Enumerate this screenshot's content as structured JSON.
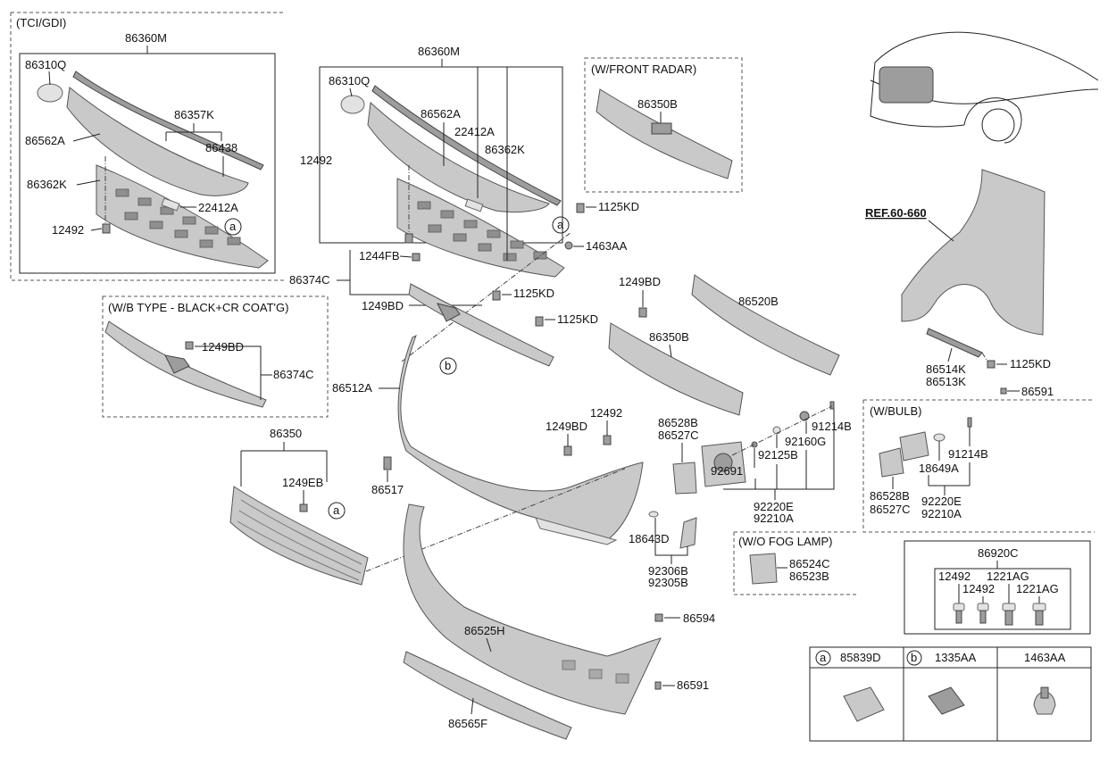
{
  "sections": {
    "tci_gdi": "(TCI/GDI)",
    "front_radar": "(W/FRONT RADAR)",
    "wb_type": "(W/B TYPE - BLACK+CR COAT'G)",
    "w_bulb": "(W/BULB)",
    "wo_fog": "(W/O FOG LAMP)"
  },
  "ref_label": "REF.60-660",
  "labels": {
    "l_86360M_a": "86360M",
    "l_86310Q_a": "86310Q",
    "l_86357K": "86357K",
    "l_86562A_a": "86562A",
    "l_86438": "86438",
    "l_86362K_a": "86362K",
    "l_22412A_a": "22412A",
    "l_12492_a": "12492",
    "l_86360M_b": "86360M",
    "l_86310Q_b": "86310Q",
    "l_86562A_b": "86562A",
    "l_22412A_b": "22412A",
    "l_86362K_b": "86362K",
    "l_12492_b": "12492",
    "l_1125KD_a": "1125KD",
    "l_1463AA_a": "1463AA",
    "l_1244FB": "1244FB",
    "l_86374C_a": "86374C",
    "l_1125KD_b": "1125KD",
    "l_1249BD_a": "1249BD",
    "l_1125KD_c": "1125KD",
    "l_86350B_a": "86350B",
    "l_1249BD_b": "1249BD",
    "l_86350B_b": "86350B",
    "l_86520B": "86520B",
    "l_1249BD_c": "1249BD",
    "l_86374C_b": "86374C",
    "l_86512A": "86512A",
    "l_86350": "86350",
    "l_1249EB": "1249EB",
    "l_86517": "86517",
    "l_1249BD_d": "1249BD",
    "l_12492_c": "12492",
    "l_86528B_a": "86528B",
    "l_86527C_a": "86527C",
    "l_91214B_a": "91214B",
    "l_92160G": "92160G",
    "l_92125B": "92125B",
    "l_92691": "92691",
    "l_92220E_a": "92220E",
    "l_92210A_a": "92210A",
    "l_18643D": "18643D",
    "l_92306B": "92306B",
    "l_92305B": "92305B",
    "l_86524C": "86524C",
    "l_86523B": "86523B",
    "l_86525H": "86525H",
    "l_86594": "86594",
    "l_86591_a": "86591",
    "l_86565F": "86565F",
    "l_86514K": "86514K",
    "l_86513K": "86513K",
    "l_1125KD_d": "1125KD",
    "l_86591_b": "86591",
    "l_91214B_b": "91214B",
    "l_18649A": "18649A",
    "l_86528B_b": "86528B",
    "l_86527C_b": "86527C",
    "l_92220E_b": "92220E",
    "l_92210A_b": "92210A",
    "l_86920C": "86920C",
    "l_12492_d": "12492",
    "l_1221AG_a": "1221AG",
    "l_12492_e": "12492",
    "l_1221AG_b": "1221AG"
  },
  "callouts": {
    "a1": "a",
    "a2": "a",
    "a3": "a",
    "b1": "b"
  },
  "legend": {
    "a_letter": "a",
    "a_code": "85839D",
    "b_letter": "b",
    "b_code": "1335AA",
    "c_code": "1463AA"
  }
}
